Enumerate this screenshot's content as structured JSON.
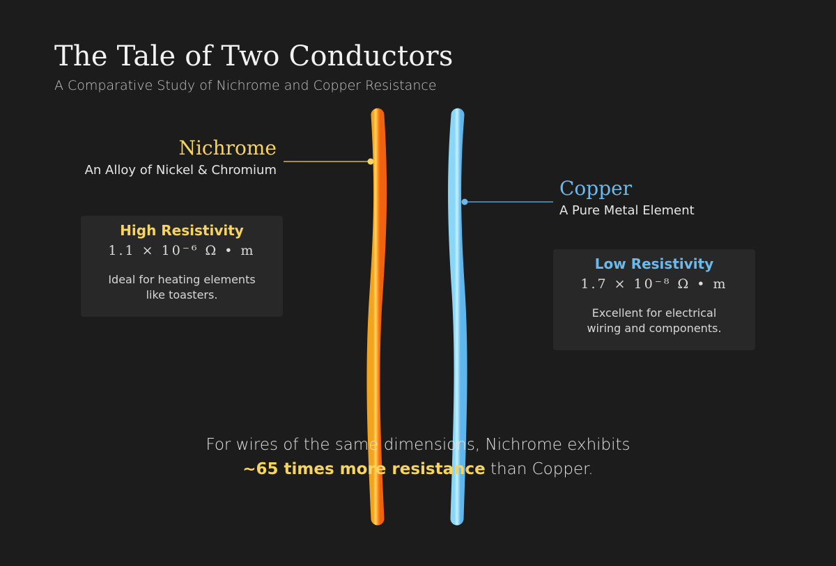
{
  "header": {
    "title": "The Tale of Two Conductors",
    "subtitle": "A Comparative Study of Nichrome and Copper Resistance"
  },
  "nichrome": {
    "name": "Nichrome",
    "description": "An Alloy of Nickel & Chromium",
    "card_heading": "High Resistivity",
    "resistivity": "1.1 × 10⁻⁶ Ω • m",
    "note": "Ideal for heating elements like toasters.",
    "accent_color": "#f7d460",
    "wire_gradient": [
      "#f2a41f",
      "#fcd764",
      "#ff8a1a",
      "#f0620f"
    ]
  },
  "copper": {
    "name": "Copper",
    "description": "A Pure Metal Element",
    "card_heading": "Low Resistivity",
    "resistivity": "1.7 × 10⁻⁸ Ω • m",
    "note": "Excellent for electrical wiring and components.",
    "accent_color": "#6cb9ec",
    "wire_gradient": [
      "#8ad6f7",
      "#bff0ff",
      "#5fb6ec"
    ]
  },
  "summary": {
    "line1": "For wires of the same dimensions, Nichrome exhibits",
    "highlight": "~65 times more resistance",
    "line2_rest": " than Copper."
  }
}
